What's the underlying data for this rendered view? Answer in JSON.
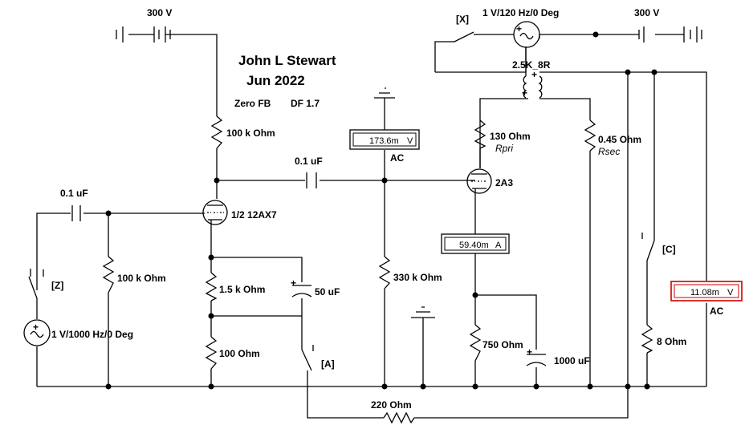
{
  "header": {
    "author": "John L Stewart",
    "date": "Jun 2022",
    "fb": "Zero FB",
    "df": "DF 1.7"
  },
  "sources": {
    "b_plus_left": "300 V",
    "b_plus_right": "300 V",
    "hum_source": "1 V/120 Hz/0 Deg",
    "signal_source": "1 V/1000 Hz/0 Deg",
    "transformer": "2.5K_8R"
  },
  "components": {
    "r_plate_12ax7": "100 k Ohm",
    "c_coupling_in": "0.1 uF",
    "r_grid_in": "100 k Ohm",
    "r_cathode_1": "1.5 k Ohm",
    "r_cathode_2": "100  Ohm",
    "c_cathode_bypass": "50 uF",
    "c_coupling_mid": "0.1 uF",
    "r_grid_2a3": "330 k Ohm",
    "r_pri": "130  Ohm",
    "r_pri_name": "Rpri",
    "r_sec": "0.45  Ohm",
    "r_sec_name": "Rsec",
    "r_cathode_2a3": "750  Ohm",
    "c_cathode_2a3": "1000 uF",
    "r_load": "8  Ohm",
    "r_feedback": "220  Ohm",
    "tube_1": "1/2 12AX7",
    "tube_2": "2A3"
  },
  "switches": {
    "x": "[X]",
    "z": "[Z]",
    "a": "[A]",
    "c": "[C]"
  },
  "meters": {
    "grid_voltmeter": {
      "value": "173.6m",
      "unit": "V",
      "mode": "AC"
    },
    "cathode_ammeter": {
      "value": "59.40m",
      "unit": "A"
    },
    "output_voltmeter": {
      "value": "11.08m",
      "unit": "V",
      "mode": "AC"
    }
  },
  "colors": {
    "wire": "#000000",
    "highlight": "#cc0000",
    "meter_bg": "#ffffff"
  }
}
